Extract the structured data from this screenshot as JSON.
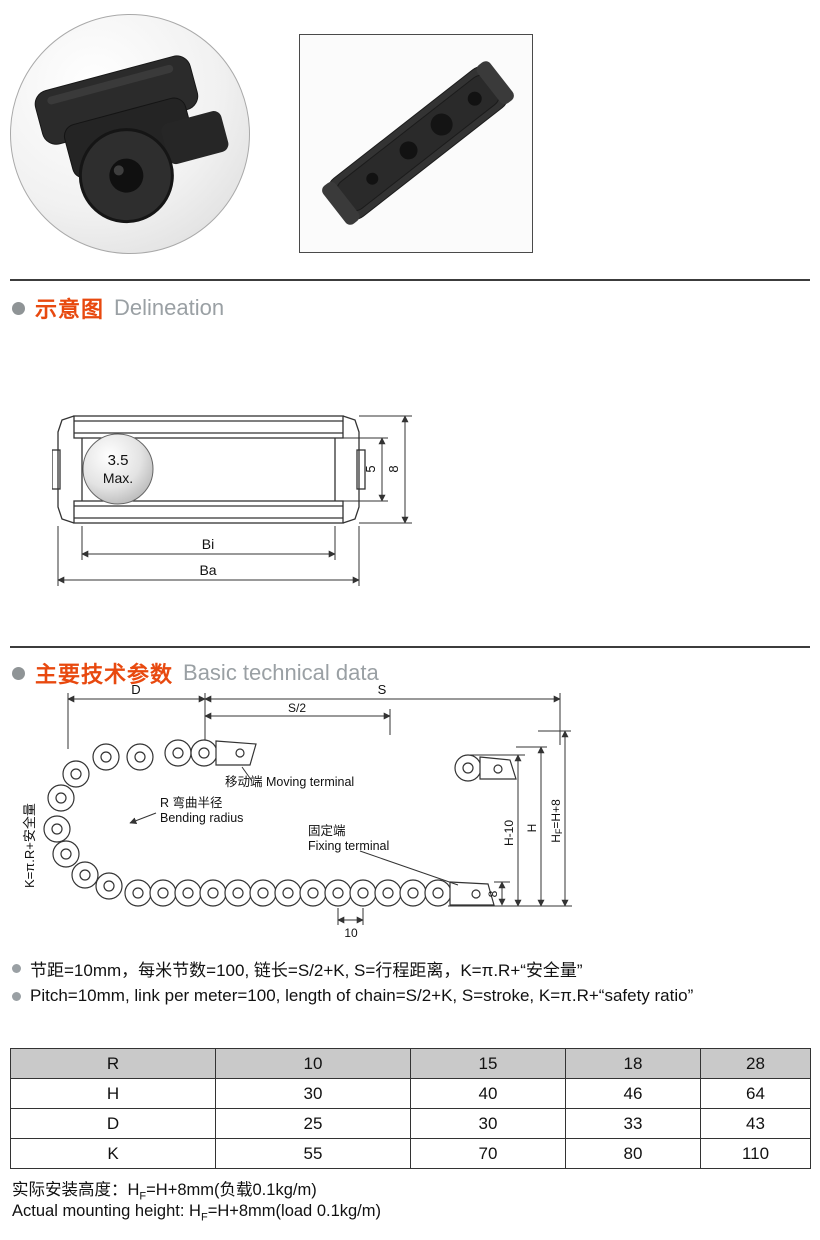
{
  "sections": {
    "delineation": {
      "cn": "示意图",
      "en": "Delineation"
    },
    "technical": {
      "cn": "主要技术参数",
      "en": "Basic technical data"
    }
  },
  "drawing1": {
    "ball_line1": "3.5",
    "ball_line2": "Max.",
    "dim_inner_height": "5",
    "dim_outer_height": "8",
    "dim_inner_width": "Bi",
    "dim_outer_width": "Ba"
  },
  "drawing2": {
    "dim_d": "D",
    "dim_s": "S",
    "dim_s_half": "S/2",
    "k_formula": "K=π.R+安全量",
    "moving_terminal": "移动端 Moving terminal",
    "bending_radius_cn": "R 弯曲半径",
    "bending_radius_en": "Bending radius",
    "fixing_terminal_cn": "固定端",
    "fixing_terminal_en": "Fixing terminal",
    "dim_h_minus_10": "H-10",
    "dim_h": "H",
    "hf_p1": "H",
    "hf_sub": "F",
    "hf_p2": "=H+8",
    "dim_8": "8",
    "dim_10": "10"
  },
  "notes": {
    "cn": "节距=10mm，每米节数=100, 链长=S/2+K, S=行程距离，K=π.R+“安全量”",
    "en": "Pitch=10mm, link per meter=100, length of chain=S/2+K, S=stroke, K=π.R+“safety ratio”"
  },
  "table": {
    "rows": [
      {
        "label": "R",
        "values": [
          "10",
          "15",
          "18",
          "28"
        ]
      },
      {
        "label": "H",
        "values": [
          "30",
          "40",
          "46",
          "64"
        ]
      },
      {
        "label": "D",
        "values": [
          "25",
          "30",
          "33",
          "43"
        ]
      },
      {
        "label": "K",
        "values": [
          "55",
          "70",
          "80",
          "110"
        ]
      }
    ]
  },
  "footer": {
    "cn_p1": "实际安装高度：H",
    "cn_sub": "F",
    "cn_p2": "=H+8mm(负载0.1kg/m)",
    "en_p1": "Actual mounting height: H",
    "en_sub": "F",
    "en_p2": "=H+8mm(load 0.1kg/m)"
  },
  "colors": {
    "accent": "#e8490f",
    "muted": "#9aa0a4",
    "table_header_bg": "#c9c9c9"
  }
}
